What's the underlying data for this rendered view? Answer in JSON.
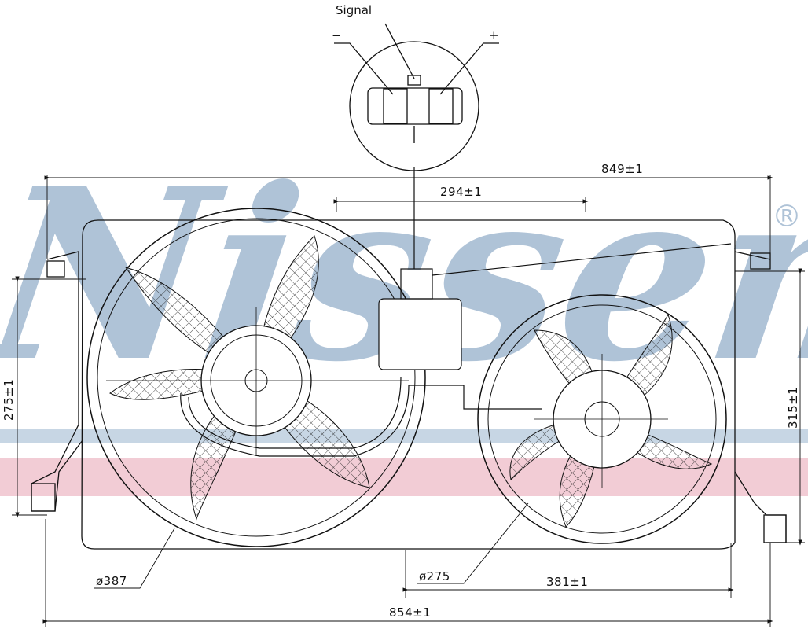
{
  "connector": {
    "signal_label": "Signal",
    "minus_label": "−",
    "plus_label": "+"
  },
  "dimensions": {
    "top_width": "849±1",
    "mount_spacing": "294±1",
    "height_left": "275±1",
    "height_right": "315±1",
    "fan_left_diameter": "ø387",
    "fan_right_diameter": "ø275",
    "right_offset": "381±1",
    "bottom_width": "854±1"
  },
  "watermark": {
    "brand": "Nissens",
    "registered": "®",
    "colors": {
      "blue": "#6f93b8",
      "pink": "#e8a3b3"
    }
  }
}
